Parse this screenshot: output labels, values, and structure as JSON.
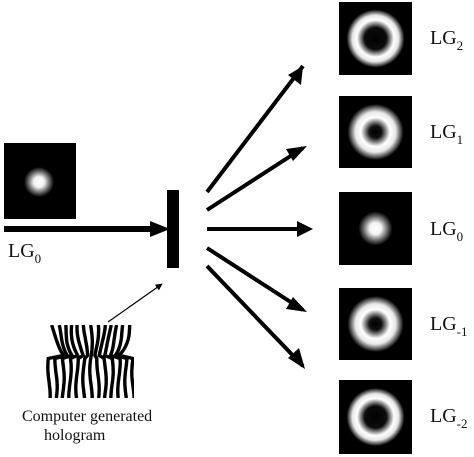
{
  "input_label": {
    "base": "LG",
    "sub": "0"
  },
  "hologram_caption": {
    "line1": "Computer generated",
    "line2": "hologram"
  },
  "output_labels": [
    {
      "base": "LG",
      "sub": "2"
    },
    {
      "base": "LG",
      "sub": "1"
    },
    {
      "base": "LG",
      "sub": "0"
    },
    {
      "base": "LG",
      "sub": "-1"
    },
    {
      "base": "LG",
      "sub": "-2"
    }
  ],
  "beam_modes": {
    "input": "gaussian",
    "outputs": [
      "ring-large",
      "ring-small",
      "gaussian",
      "ring-small",
      "ring-large"
    ]
  },
  "colors": {
    "beam_background": "#000000",
    "beam": "#ffffff",
    "arrows": "#000000"
  }
}
